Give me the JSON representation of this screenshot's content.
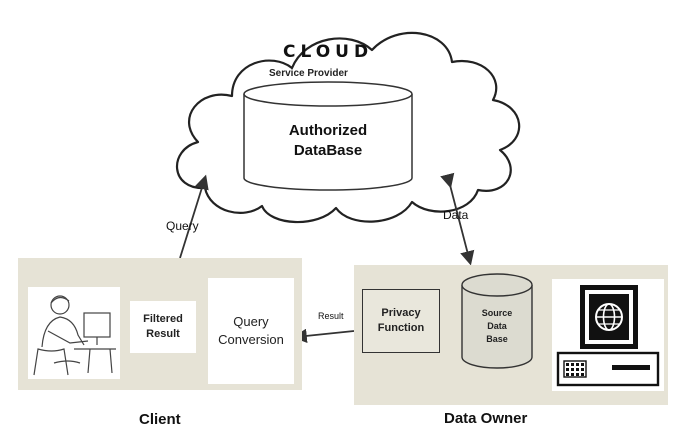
{
  "cloud": {
    "title": "CLOUD",
    "subtitle": "Service Provider",
    "database_line1": "Authorized",
    "database_line2": "DataBase"
  },
  "arrows": {
    "query": "Query",
    "data": "Data",
    "result": "Result"
  },
  "client": {
    "label": "Client",
    "filtered_line1": "Filtered",
    "filtered_line2": "Result",
    "query_conversion_line1": "Query",
    "query_conversion_line2": "Conversion"
  },
  "owner": {
    "label": "Data Owner",
    "privacy_line1": "Privacy",
    "privacy_line2": "Function",
    "source_line1": "Source",
    "source_line2": "Data",
    "source_line3": "Base"
  },
  "colors": {
    "panel": "#e6e3d6",
    "privacy_box": "#e9e7dc",
    "source_db": "#dcdbd0",
    "arrow": "#333333"
  }
}
